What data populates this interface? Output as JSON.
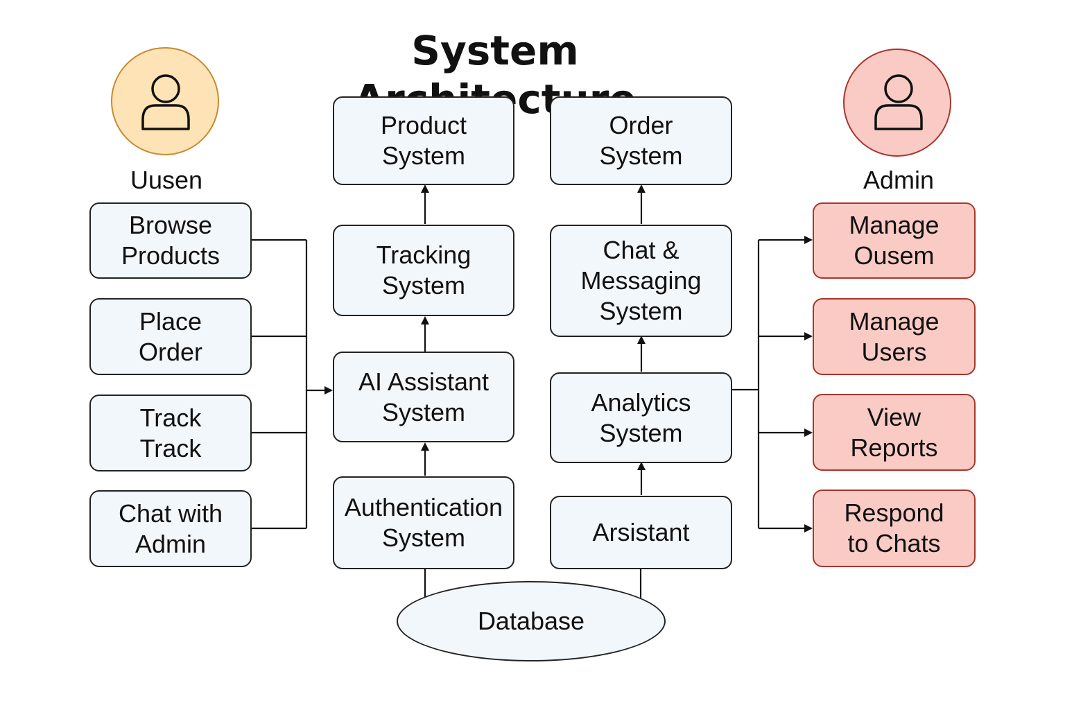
{
  "title": "System Architecture",
  "actors": {
    "user": {
      "label": "Uusen",
      "icon": "person-icon",
      "color": "#fde3b6"
    },
    "admin": {
      "label": "Admin",
      "icon": "person-icon",
      "color": "#f9cbc4"
    }
  },
  "user_actions": [
    {
      "label": "Browse\nProducts"
    },
    {
      "label": "Place\nOrder"
    },
    {
      "label": "Track\nTrack"
    },
    {
      "label": "Chat with\nAdmin"
    }
  ],
  "systems_left": [
    {
      "label": "Product\nSystem"
    },
    {
      "label": "Tracking\nSystem"
    },
    {
      "label": "AI Assistant\nSystem"
    },
    {
      "label": "Authentication\nSystem"
    }
  ],
  "systems_right": [
    {
      "label": "Order\nSystem"
    },
    {
      "label": "Chat &\nMessaging\nSystem"
    },
    {
      "label": "Analytics\nSystem"
    },
    {
      "label": "Arsistant"
    }
  ],
  "admin_actions": [
    {
      "label": "Manage\nOusem"
    },
    {
      "label": "Manage\nUsers"
    },
    {
      "label": "View\nReports"
    },
    {
      "label": "Respond\nto Chats"
    }
  ],
  "database": {
    "label": "Database"
  },
  "colors": {
    "box_fill": "#f2f7fc",
    "admin_fill": "#f9cbc4",
    "admin_border": "#a8352e",
    "user_fill": "#fde3b6",
    "user_border": "#c88a2e"
  }
}
